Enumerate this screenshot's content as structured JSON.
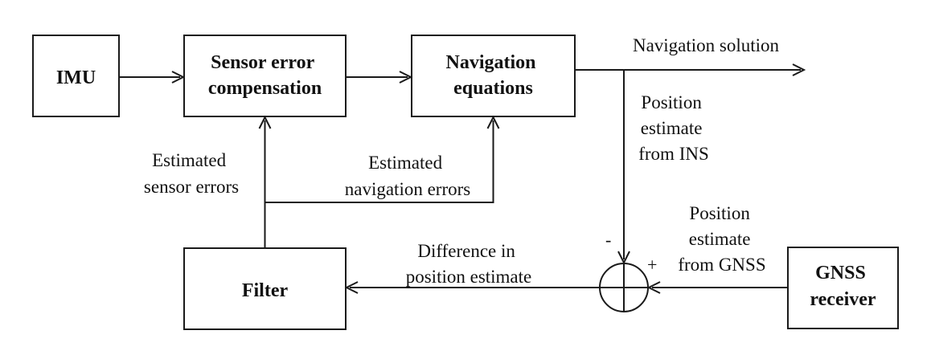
{
  "diagram": {
    "blocks": {
      "imu": {
        "lines": [
          "IMU"
        ]
      },
      "sensor_comp": {
        "lines": [
          "Sensor error",
          "compensation"
        ]
      },
      "nav_eq": {
        "lines": [
          "Navigation",
          "equations"
        ]
      },
      "filter": {
        "lines": [
          "Filter"
        ]
      },
      "gnss": {
        "lines": [
          "GNSS",
          "receiver"
        ]
      }
    },
    "labels": {
      "nav_solution": {
        "lines": [
          "Navigation solution"
        ]
      },
      "pos_ins": {
        "lines": [
          "Position",
          "estimate",
          "from INS"
        ]
      },
      "pos_gnss": {
        "lines": [
          "Position",
          "estimate",
          "from GNSS"
        ]
      },
      "est_sensor": {
        "lines": [
          "Estimated",
          "sensor errors"
        ]
      },
      "est_nav": {
        "lines": [
          "Estimated",
          "navigation errors"
        ]
      },
      "difference": {
        "lines": [
          "Difference in",
          "position estimate"
        ]
      }
    },
    "signs": {
      "minus": "-",
      "plus": "+"
    }
  }
}
